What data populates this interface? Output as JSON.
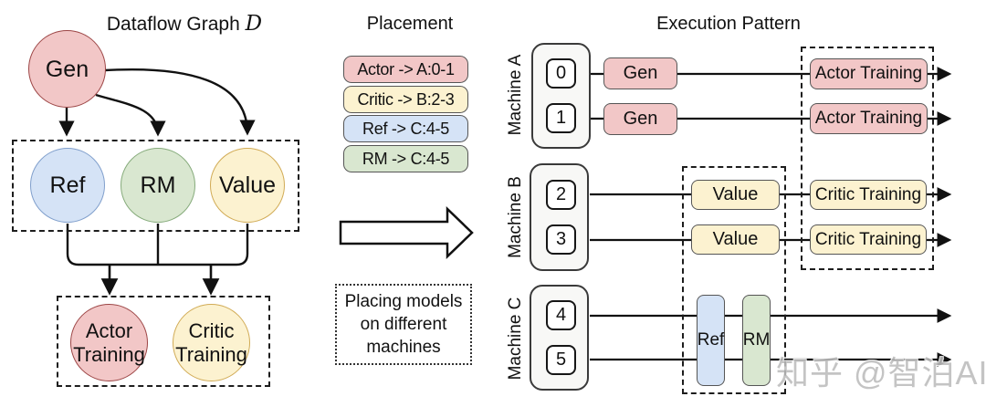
{
  "dataflow": {
    "title": "Dataflow Graph",
    "title_math_symbol": "D",
    "nodes": {
      "gen": "Gen",
      "ref": "Ref",
      "rm": "RM",
      "value": "Value",
      "actor_training": "Actor Training",
      "critic_training": "Critic Training"
    }
  },
  "placement": {
    "title": "Placement",
    "entries": [
      {
        "label": "Actor -> A:0-1",
        "color": "#f2c7c7"
      },
      {
        "label": "Critic -> B:2-3",
        "color": "#fcf2d0"
      },
      {
        "label": "Ref -> C:4-5",
        "color": "#d5e3f6"
      },
      {
        "label": "RM -> C:4-5",
        "color": "#d9e7d0"
      }
    ],
    "note": "Placing models on different machines"
  },
  "execution": {
    "title": "Execution Pattern",
    "machines": [
      {
        "label": "Machine A",
        "gpus": [
          "0",
          "1"
        ],
        "ops": [
          "Gen",
          "Gen"
        ],
        "training": [
          "Actor Training",
          "Actor Training"
        ]
      },
      {
        "label": "Machine B",
        "gpus": [
          "2",
          "3"
        ],
        "ops": [
          "Value",
          "Value"
        ],
        "training": [
          "Critic Training",
          "Critic Training"
        ]
      },
      {
        "label": "Machine C",
        "gpus": [
          "4",
          "5"
        ],
        "ops": [
          "Ref",
          "RM"
        ],
        "training": []
      }
    ]
  },
  "watermark": "知乎 @智泊AI",
  "colors": {
    "pink_fill": "#f2c7c7",
    "pink_border": "#9c4545",
    "yellow_fill": "#fcf2d0",
    "yellow_border": "#d1ab55",
    "blue_fill": "#d5e3f6",
    "blue_border": "#809fcc",
    "green_fill": "#d9e7d0",
    "green_border": "#86ab7b",
    "machine_fill": "#f8f8f6",
    "line": "#111111"
  }
}
